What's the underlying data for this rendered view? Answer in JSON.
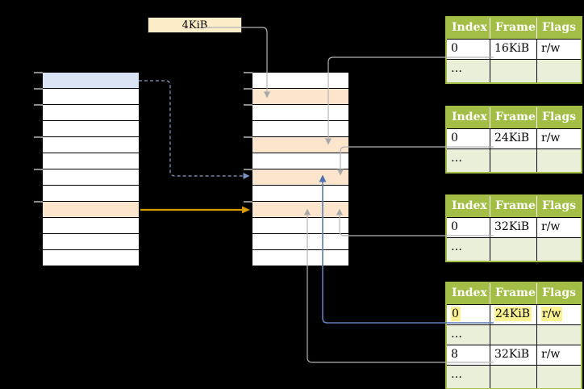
{
  "page": {
    "background": "#000000"
  },
  "labels": {
    "page_size": "4KiB"
  },
  "memory": {
    "virtual": {
      "name": "virtual-memory-column",
      "row_count": 12,
      "row_highlights": {
        "0": "blue",
        "8": "orange"
      },
      "tick_rows": [
        0,
        1,
        2,
        4,
        6,
        8
      ]
    },
    "physical": {
      "name": "physical-memory-column",
      "row_count": 12,
      "row_highlights": {
        "1": "orange",
        "4": "orange",
        "6": "orange",
        "8": "orange"
      },
      "tick_rows": [
        0,
        1,
        2,
        4,
        6,
        8
      ]
    }
  },
  "tables": [
    {
      "id": "page-table-1",
      "headers": [
        "Index",
        "Frame",
        "Flags"
      ],
      "rows": [
        {
          "cells": [
            "0",
            "16KiB",
            "r/w"
          ],
          "variant": "white",
          "highlight": false
        },
        {
          "cells": [
            "…",
            "",
            ""
          ],
          "variant": "green",
          "highlight": false
        }
      ]
    },
    {
      "id": "page-table-2",
      "headers": [
        "Index",
        "Frame",
        "Flags"
      ],
      "rows": [
        {
          "cells": [
            "0",
            "24KiB",
            "r/w"
          ],
          "variant": "white",
          "highlight": false
        },
        {
          "cells": [
            "…",
            "",
            ""
          ],
          "variant": "green",
          "highlight": false
        }
      ]
    },
    {
      "id": "page-table-3",
      "headers": [
        "Index",
        "Frame",
        "Flags"
      ],
      "rows": [
        {
          "cells": [
            "0",
            "32KiB",
            "r/w"
          ],
          "variant": "white",
          "highlight": false
        },
        {
          "cells": [
            "…",
            "",
            ""
          ],
          "variant": "green",
          "highlight": false
        }
      ]
    },
    {
      "id": "page-table-4",
      "headers": [
        "Index",
        "Frame",
        "Flags"
      ],
      "rows": [
        {
          "cells": [
            "0",
            "24KiB",
            "r/w"
          ],
          "variant": "white",
          "highlight": true
        },
        {
          "cells": [
            "…",
            "",
            ""
          ],
          "variant": "green",
          "highlight": false
        },
        {
          "cells": [
            "8",
            "32KiB",
            "r/w"
          ],
          "variant": "white",
          "highlight": false
        },
        {
          "cells": [
            "…",
            "",
            ""
          ],
          "variant": "green",
          "highlight": false
        }
      ]
    }
  ],
  "connections": [
    {
      "from": "page-size-label",
      "to": "physical-row-2",
      "style": "gray-solid"
    },
    {
      "from": "virtual-row-1-blue",
      "to": "physical-row-7",
      "style": "blue-dashed"
    },
    {
      "from": "virtual-row-9-orange",
      "to": "physical-row-9",
      "style": "orange-solid"
    },
    {
      "from": "page-table-1 frame 16KiB",
      "to": "physical-row-5",
      "style": "gray-solid"
    },
    {
      "from": "page-table-2 frame 24KiB",
      "to": "physical-row-7",
      "style": "gray-solid"
    },
    {
      "from": "page-table-3 frame 32KiB",
      "to": "physical-row-9",
      "style": "gray-solid"
    },
    {
      "from": "page-table-4 frame 24KiB",
      "to": "physical-row-7",
      "style": "blue-solid"
    },
    {
      "from": "page-table-4 frame 32KiB",
      "to": "physical-row-9",
      "style": "gray-solid"
    }
  ],
  "colors": {
    "row_blue": "#dae4f5",
    "row_orange": "#fce5cd",
    "table_header_bg": "#a2be46",
    "table_row_alt": "#e9efd8",
    "table_border": "#a2be46",
    "highlight_yellow": "#fdf291",
    "label_bg": "#fcecc8",
    "connector_gray": "#b3b3b3",
    "connector_blue": "#5b7cba",
    "connector_dashed_blue": "#8aa0cd",
    "connector_orange": "#d79b00"
  }
}
